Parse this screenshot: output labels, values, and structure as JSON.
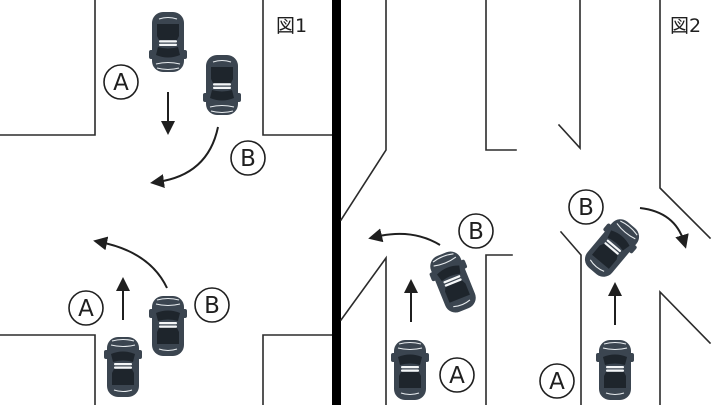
{
  "figures": [
    {
      "title": "図1",
      "markers": [
        {
          "id": "A",
          "label": "A"
        },
        {
          "id": "B",
          "label": "B"
        },
        {
          "id": "A2",
          "label": "A"
        },
        {
          "id": "B2",
          "label": "B"
        }
      ]
    },
    {
      "title": "図2",
      "markers": [
        {
          "id": "B",
          "label": "B"
        },
        {
          "id": "A",
          "label": "A"
        },
        {
          "id": "B2",
          "label": "B"
        },
        {
          "id": "A2",
          "label": "A"
        }
      ]
    }
  ],
  "colors": {
    "car": "#3b4550",
    "line": "#2b2b2b",
    "divider": "#000000",
    "background": "#ffffff"
  },
  "icons": [
    "car-icon",
    "arrow-icon"
  ]
}
